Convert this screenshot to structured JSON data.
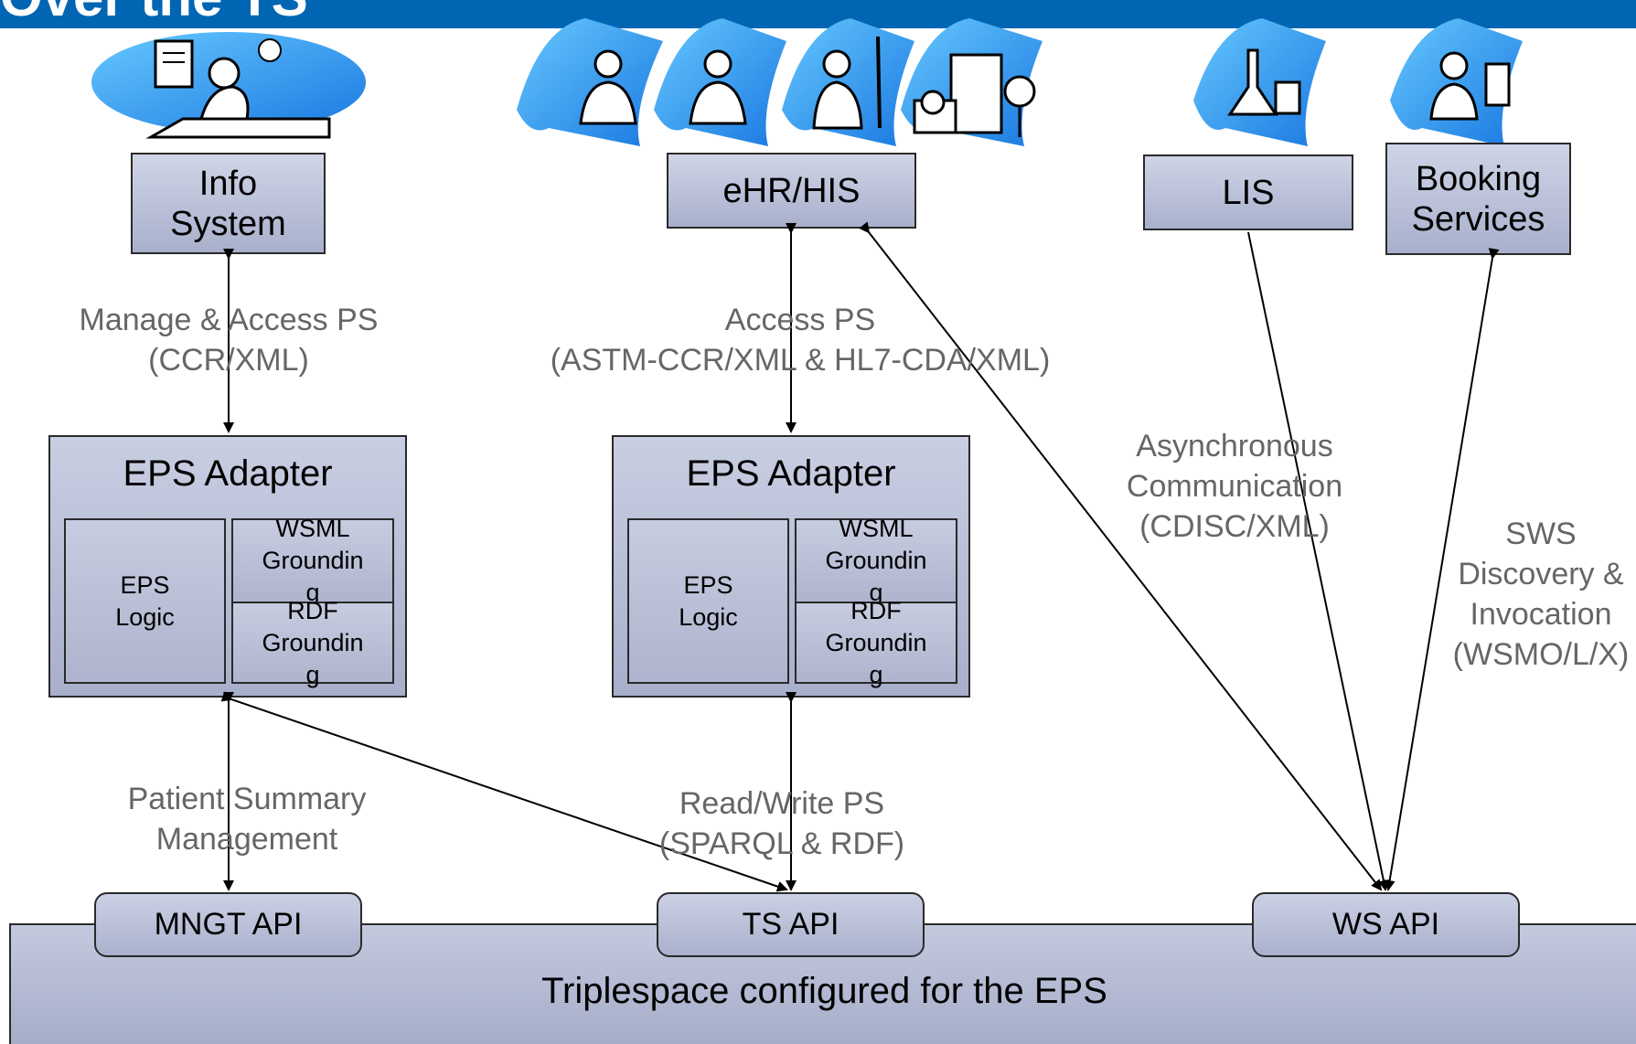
{
  "title": "Over the TS",
  "systems": {
    "info_system": "Info\nSystem",
    "ehr_his": "eHR/HIS",
    "lis": "LIS",
    "booking_services": "Booking\nServices"
  },
  "adapters": [
    {
      "title": "EPS Adapter",
      "logic": "EPS\nLogic",
      "wsml": "WSML\nGroundin\ng",
      "rdf": "RDF\nGroundin\ng"
    },
    {
      "title": "EPS Adapter",
      "logic": "EPS\nLogic",
      "wsml": "WSML\nGroundin\ng",
      "rdf": "RDF\nGroundin\ng"
    }
  ],
  "apis": {
    "mngt": "MNGT API",
    "ts": "TS API",
    "ws": "WS API"
  },
  "triplespace": "Triplespace configured for the EPS",
  "labels": {
    "manage_access": "Manage & Access PS\n(CCR/XML)",
    "access_ps": "Access PS\n(ASTM-CCR/XML & HL7-CDA/XML)",
    "async": "Asynchronous\nCommunication\n(CDISC/XML)",
    "sws": "SWS\nDiscovery &\nInvocation\n(WSMO/L/X)",
    "patient_summary": "Patient Summary\nManagement",
    "read_write": "Read/Write PS\n(SPARQL & RDF)"
  },
  "icons": [
    "clerk-at-desk-icon",
    "doctor-icon",
    "nurse-icon",
    "surgeon-icon",
    "hospital-icon",
    "lab-flask-icon",
    "booking-nurse-icon"
  ],
  "colors": {
    "title_bar": "#0066b3",
    "box_fill": "#b8bed6",
    "label_gray": "#666666"
  }
}
